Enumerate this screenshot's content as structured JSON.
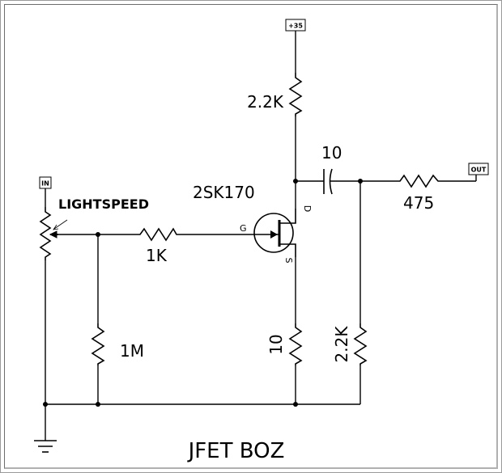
{
  "title": "JFET BOZ",
  "ports": {
    "supply": "+35",
    "input": "IN",
    "output": "OUT"
  },
  "pot": {
    "label": "LIGHTSPEED"
  },
  "components": {
    "r_drain": "2.2K",
    "r_gate": "1K",
    "r_bias": "1M",
    "r_source": "10",
    "r_load": "2.2K",
    "r_out": "475",
    "c_out": "10",
    "jfet": "2SK170"
  },
  "jfet_pins": {
    "gate": "G",
    "drain": "D",
    "source": "S"
  },
  "colors": {
    "line": "#000000",
    "background": "#ffffff"
  }
}
